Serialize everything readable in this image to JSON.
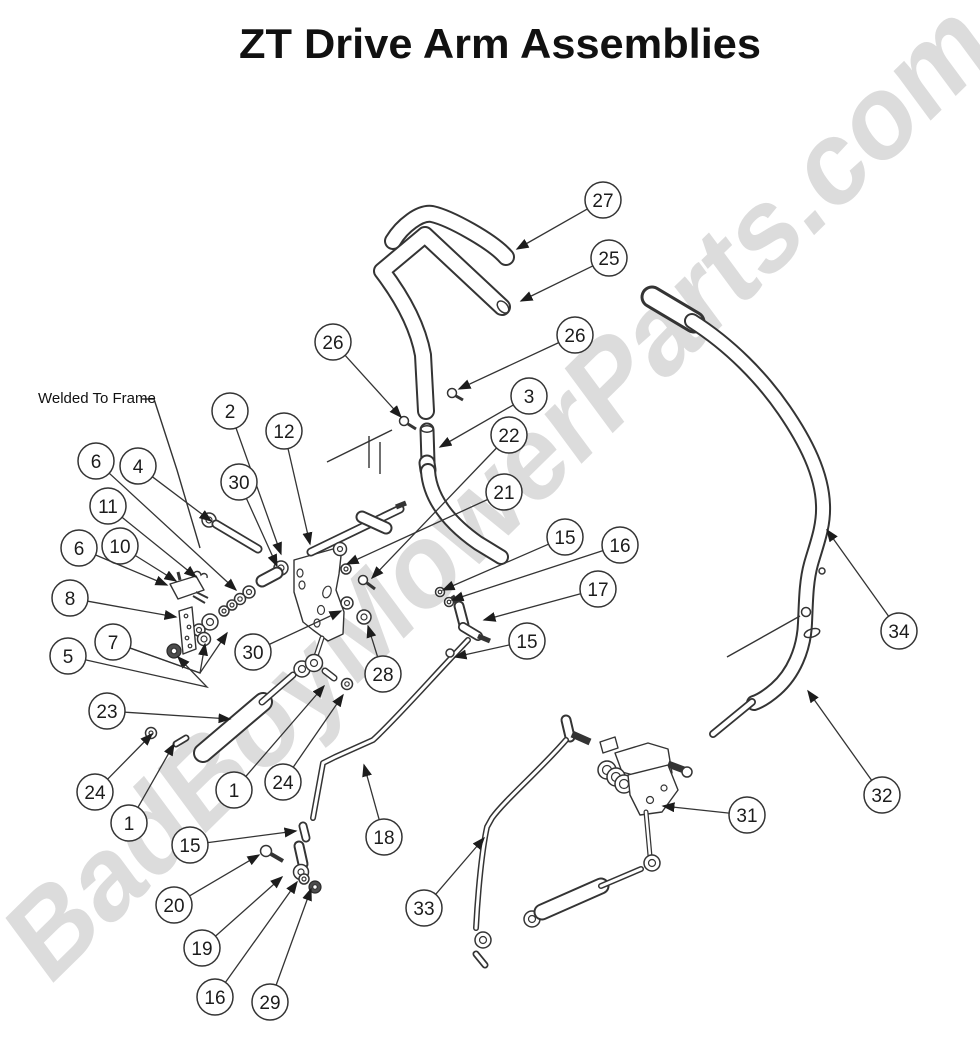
{
  "title": "ZT Drive Arm Assemblies",
  "watermark": "BadBoyMowerParts.com",
  "frame_label": "Welded To Frame",
  "colors": {
    "line": "#343434",
    "watermark": "#dcdcdc",
    "background": "#ffffff",
    "callout_fill": "#ffffff",
    "number_color": "#1c1c1c"
  },
  "callouts": [
    {
      "n": "27",
      "c": [
        603,
        200
      ],
      "t": [
        [
          517,
          249
        ]
      ]
    },
    {
      "n": "25",
      "c": [
        609,
        258
      ],
      "t": [
        [
          521,
          301
        ]
      ]
    },
    {
      "n": "26",
      "c": [
        333,
        342
      ],
      "t": [
        [
          401,
          417
        ]
      ]
    },
    {
      "n": "26",
      "c": [
        575,
        335
      ],
      "t": [
        [
          459,
          389
        ]
      ]
    },
    {
      "n": "3",
      "c": [
        529,
        396
      ],
      "t": [
        [
          440,
          447
        ]
      ]
    },
    {
      "n": "22",
      "c": [
        509,
        435
      ],
      "t": [
        [
          372,
          578
        ]
      ]
    },
    {
      "n": "21",
      "c": [
        504,
        492
      ],
      "t": [
        [
          347,
          564
        ]
      ]
    },
    {
      "n": "15",
      "c": [
        565,
        537
      ],
      "t": [
        [
          443,
          590
        ]
      ]
    },
    {
      "n": "16",
      "c": [
        620,
        545
      ],
      "t": [
        [
          452,
          600
        ]
      ]
    },
    {
      "n": "17",
      "c": [
        598,
        589
      ],
      "t": [
        [
          484,
          620
        ]
      ]
    },
    {
      "n": "15",
      "c": [
        527,
        641
      ],
      "t": [
        [
          455,
          657
        ]
      ]
    },
    {
      "n": "28",
      "c": [
        383,
        674
      ],
      "t": [
        [
          368,
          626
        ]
      ]
    },
    {
      "n": "30",
      "c": [
        253,
        652
      ],
      "t": [
        [
          341,
          611
        ]
      ]
    },
    {
      "n": "34",
      "c": [
        899,
        631
      ],
      "t": [
        [
          827,
          530
        ]
      ]
    },
    {
      "n": "32",
      "c": [
        882,
        795
      ],
      "t": [
        [
          808,
          691
        ]
      ]
    },
    {
      "n": "31",
      "c": [
        747,
        815
      ],
      "t": [
        [
          663,
          806
        ]
      ]
    },
    {
      "n": "2",
      "c": [
        230,
        411
      ],
      "t": [
        [
          281,
          554
        ]
      ]
    },
    {
      "n": "12",
      "c": [
        284,
        431
      ],
      "t": [
        [
          310,
          544
        ]
      ]
    },
    {
      "n": "30",
      "c": [
        239,
        482
      ],
      "t": [
        [
          277,
          566
        ]
      ]
    },
    {
      "n": "4",
      "c": [
        138,
        466
      ],
      "t": [
        [
          211,
          521
        ]
      ]
    },
    {
      "n": "6",
      "c": [
        96,
        461
      ],
      "t": [
        [
          236,
          590
        ]
      ]
    },
    {
      "n": "11",
      "c": [
        108,
        506
      ],
      "t": [
        [
          196,
          577
        ]
      ]
    },
    {
      "n": "10",
      "c": [
        120,
        546
      ],
      "t": [
        [
          176,
          581
        ]
      ]
    },
    {
      "n": "6",
      "c": [
        79,
        548
      ],
      "t": [
        [
          167,
          585
        ]
      ]
    },
    {
      "n": "8",
      "c": [
        70,
        598
      ],
      "t": [
        [
          176,
          617
        ]
      ]
    },
    {
      "n": "5",
      "c": [
        68,
        656
      ],
      "via": [
        207,
        687
      ],
      "t": [
        [
          178,
          657
        ]
      ]
    },
    {
      "n": "7",
      "c": [
        113,
        642
      ],
      "via": [
        200,
        673
      ],
      "t": [
        [
          205,
          644
        ],
        [
          227,
          633
        ]
      ]
    },
    {
      "n": "23",
      "c": [
        107,
        711
      ],
      "t": [
        [
          230,
          719
        ]
      ]
    },
    {
      "n": "24",
      "c": [
        95,
        792
      ],
      "t": [
        [
          152,
          734
        ]
      ]
    },
    {
      "n": "1",
      "c": [
        129,
        823
      ],
      "t": [
        [
          174,
          744
        ]
      ]
    },
    {
      "n": "1",
      "c": [
        234,
        790
      ],
      "t": [
        [
          324,
          686
        ]
      ]
    },
    {
      "n": "24",
      "c": [
        283,
        782
      ],
      "t": [
        [
          343,
          695
        ]
      ]
    },
    {
      "n": "15",
      "c": [
        190,
        845
      ],
      "t": [
        [
          296,
          831
        ]
      ]
    },
    {
      "n": "20",
      "c": [
        174,
        905
      ],
      "t": [
        [
          259,
          855
        ]
      ]
    },
    {
      "n": "19",
      "c": [
        202,
        948
      ],
      "t": [
        [
          282,
          877
        ]
      ]
    },
    {
      "n": "16",
      "c": [
        215,
        997
      ],
      "t": [
        [
          297,
          882
        ]
      ]
    },
    {
      "n": "29",
      "c": [
        270,
        1002
      ],
      "t": [
        [
          311,
          889
        ]
      ]
    },
    {
      "n": "18",
      "c": [
        384,
        837
      ],
      "t": [
        [
          364,
          765
        ]
      ]
    },
    {
      "n": "33",
      "c": [
        424,
        908
      ],
      "t": [
        [
          484,
          838
        ]
      ]
    }
  ]
}
